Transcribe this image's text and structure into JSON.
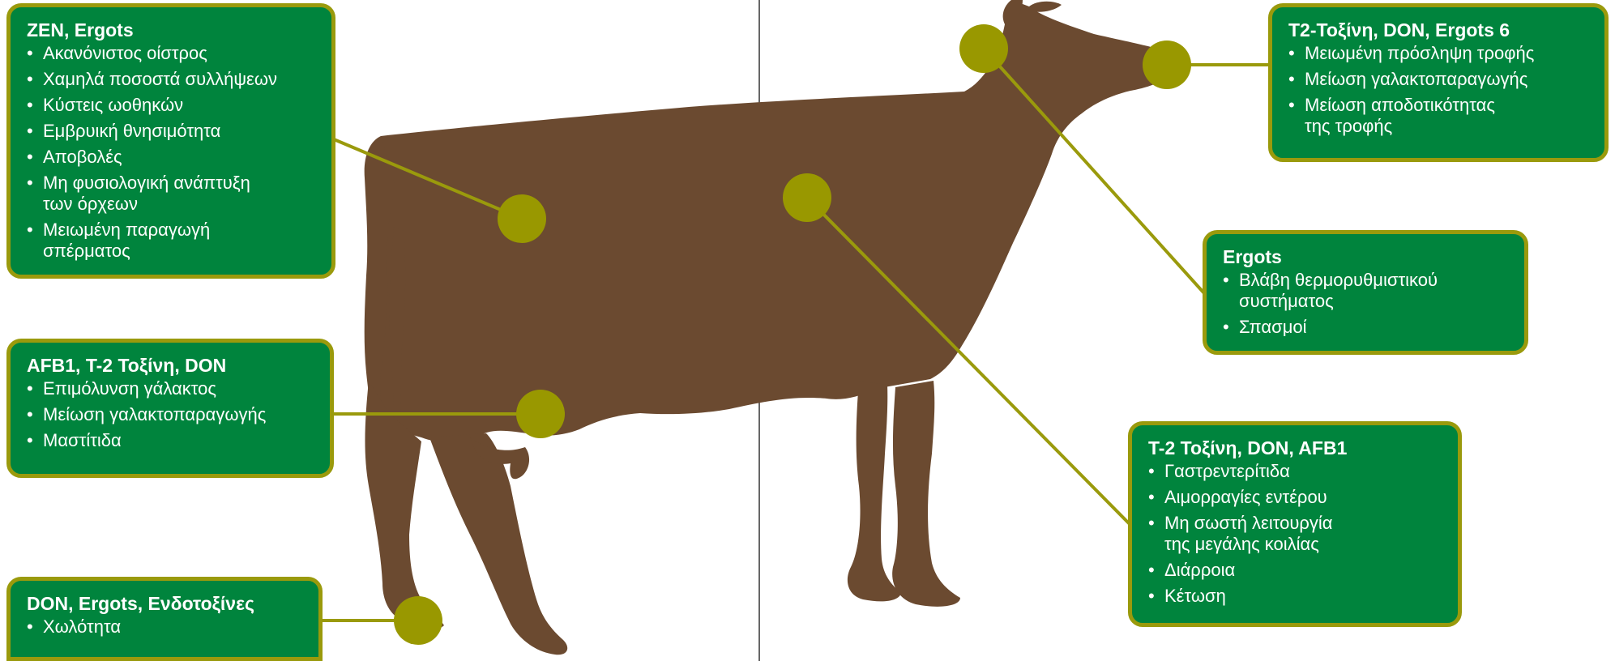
{
  "colors": {
    "cow": "#6b4a30",
    "box_fill": "#00843d",
    "box_border": "#9a9a0c",
    "marker": "#999800",
    "connector": "#9a9a0c",
    "divider": "#333333",
    "text": "#ffffff"
  },
  "bullet_glyph": "•",
  "boxes": [
    {
      "id": "box-zen-ergots",
      "title": "ZEN, Ergots",
      "items": [
        "Ακανόνιστος οίστρος",
        "Χαμηλά ποσοστά συλλήψεων",
        "Κύστεις ωοθηκών",
        "Εμβρυική θνησιμότητα",
        "Αποβολές",
        "Μη φυσιολογική ανάπτυξη\nτων όρχεων",
        "Μειωμένη παραγωγή\nσπέρματος"
      ]
    },
    {
      "id": "box-afb1-t2-don",
      "title": "AFB1, T-2 Τοξίνη, DON",
      "items": [
        "Επιμόλυνση γάλακτος",
        "Μείωση γαλακτοπαραγωγής",
        "Μαστίτιδα"
      ]
    },
    {
      "id": "box-don-ergots-endotoxins",
      "title": "DON, Ergots, Ενδοτοξίνες",
      "items": [
        "Χωλότητα"
      ]
    },
    {
      "id": "box-t2-don-ergots",
      "title": "T2-Τοξίνη, DON, Ergots   6",
      "items": [
        "Μειωμένη πρόσληψη τροφής",
        "Μείωση γαλακτοπαραγωγής",
        "Μείωση αποδοτικότητας\nτης τροφής"
      ]
    },
    {
      "id": "box-ergots",
      "title": "Ergots",
      "items": [
        "Βλάβη θερμορυθμιστικού\nσυστήματος",
        "Σπασμοί"
      ]
    },
    {
      "id": "box-t2-don-afb1",
      "title": "T-2 Τοξίνη, DON, AFB1",
      "items": [
        "Γαστρεντερίτιδα",
        "Αιμορραγίες εντέρου",
        "Μη σωστή λειτουργία\nτης μεγάλης κοιλίας",
        "Διάρροια",
        "Κέτωση"
      ]
    }
  ]
}
